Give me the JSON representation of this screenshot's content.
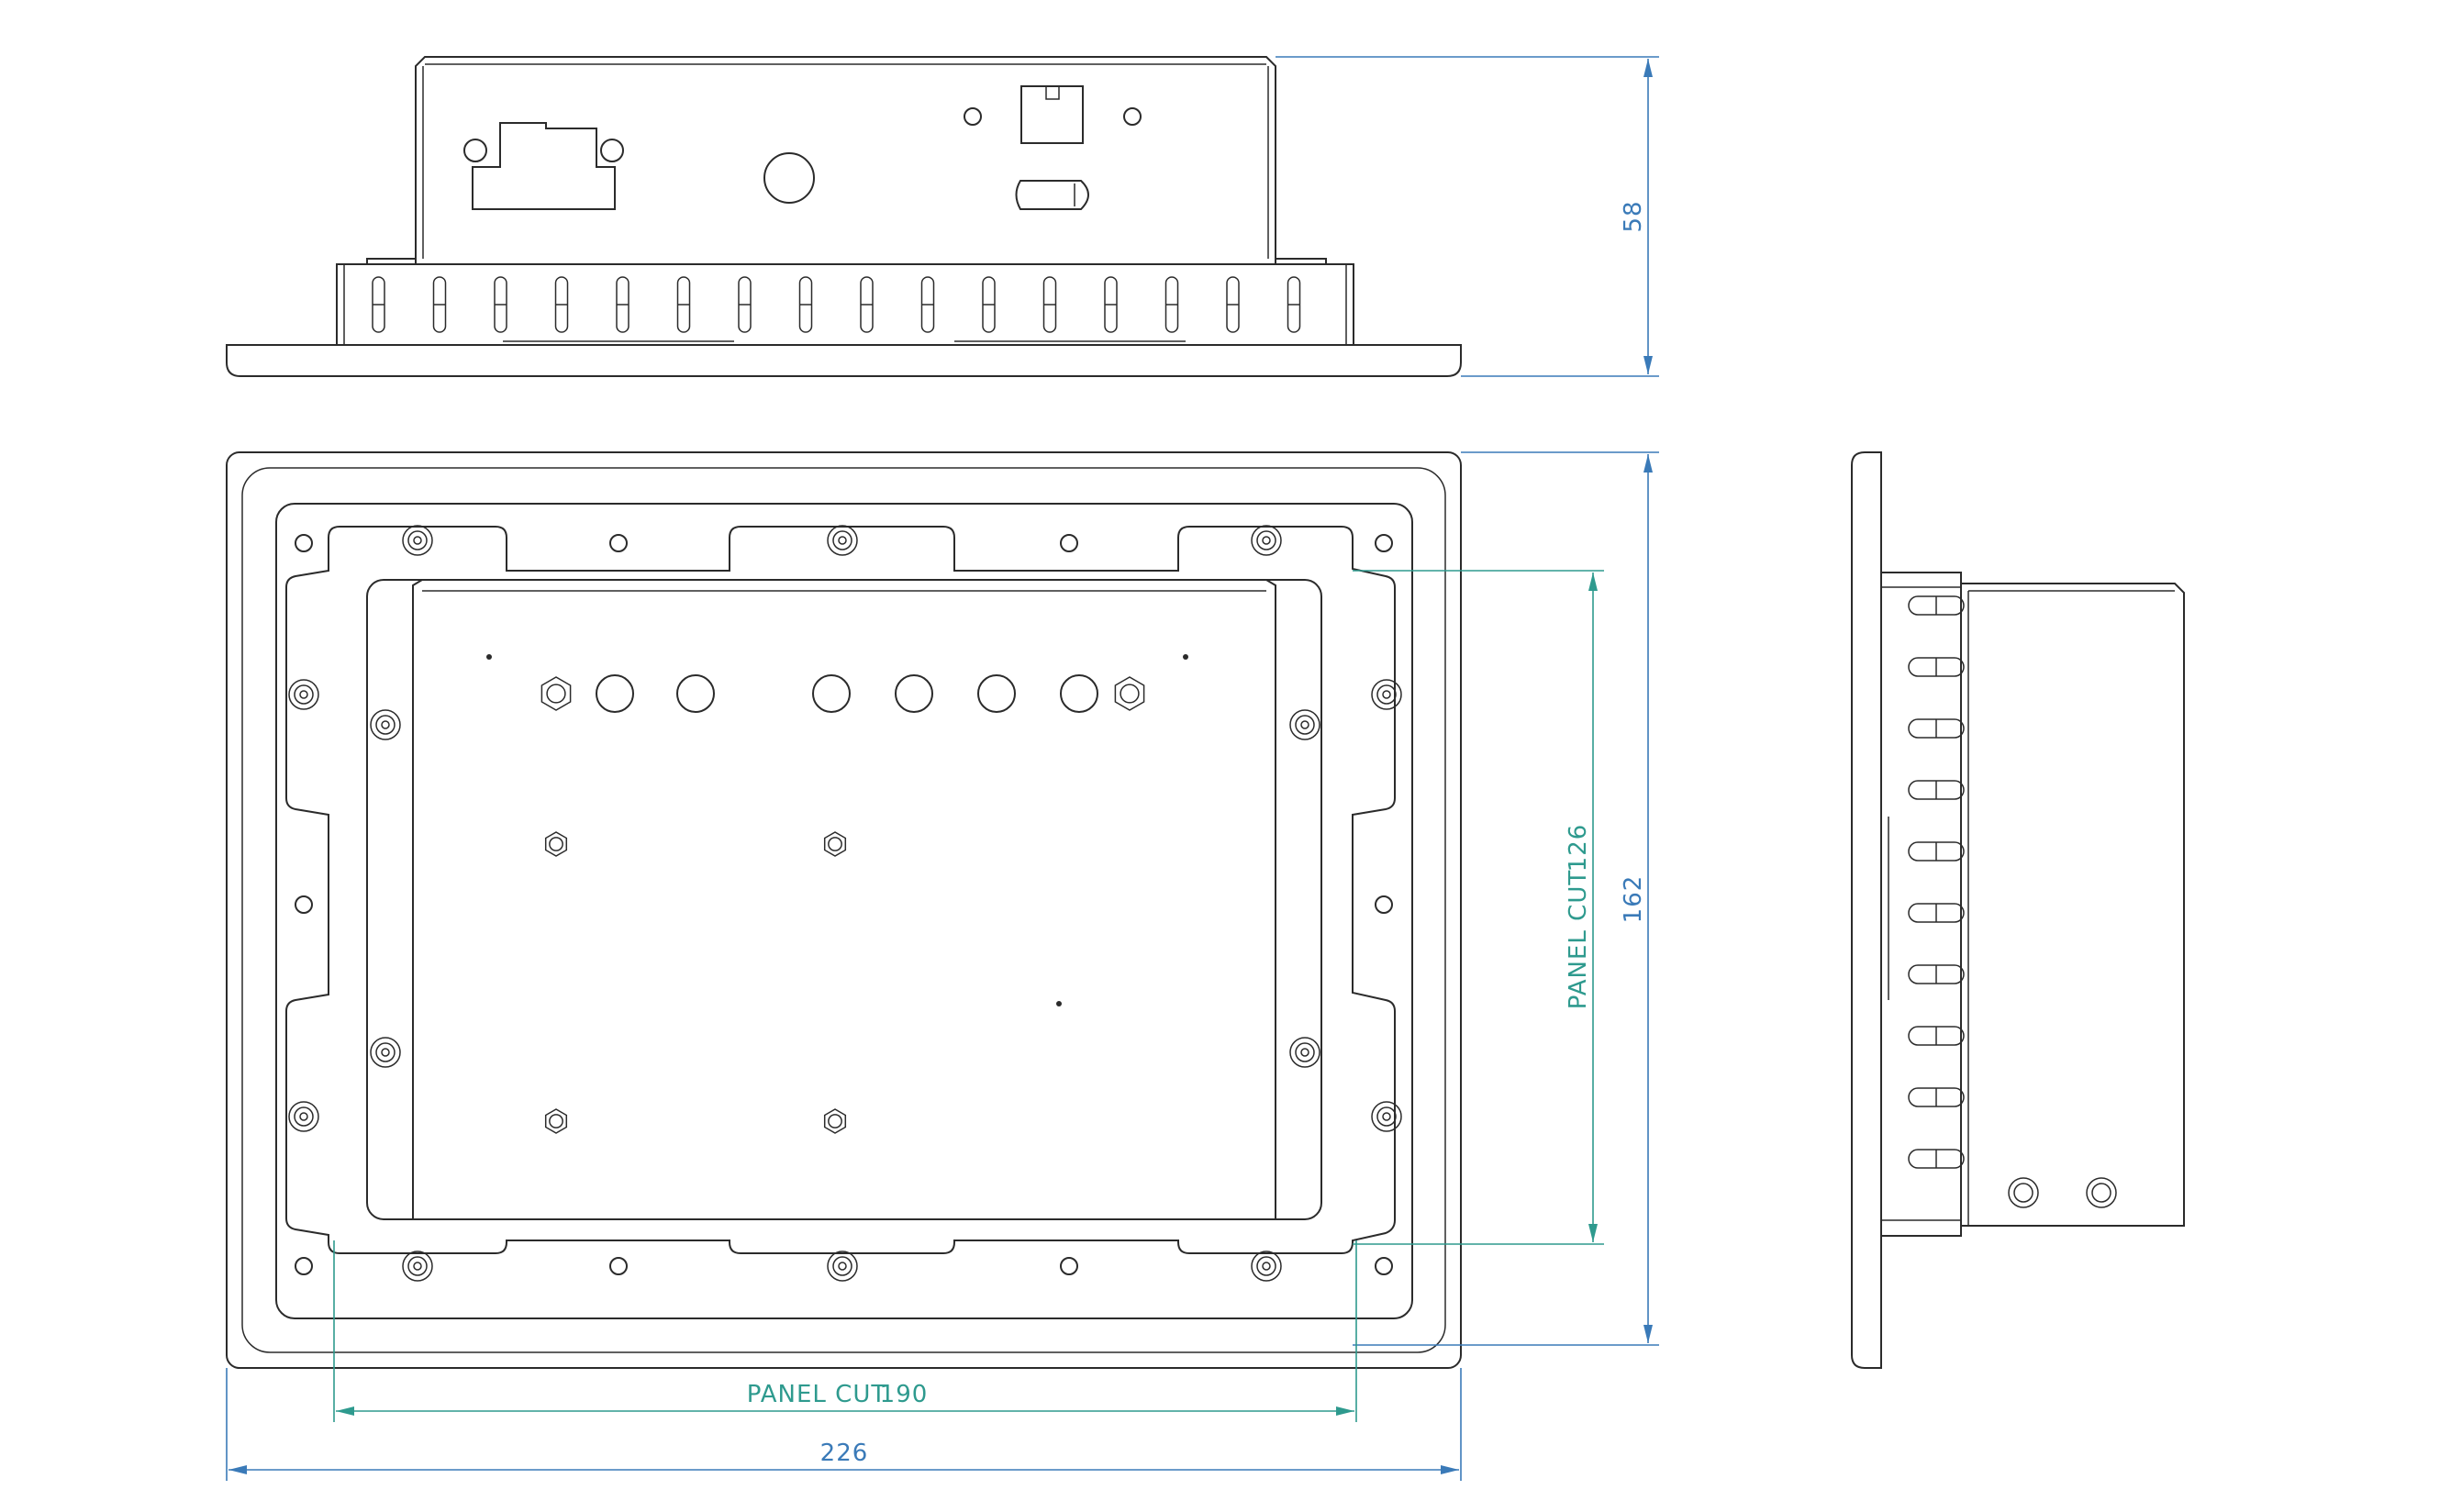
{
  "dimensions": {
    "top_view_height": "58",
    "overall_height": "162",
    "panel_cut_height_label": "PANEL CUT",
    "panel_cut_height_value": "126",
    "panel_cut_width_label": "PANEL CUT",
    "panel_cut_width_value": "190",
    "overall_width": "226"
  },
  "colors": {
    "outline": "#2b2b2b",
    "dimension_outer": "#3a7ab8",
    "dimension_panel_cut": "#2e9a8e",
    "background": "#ffffff"
  }
}
